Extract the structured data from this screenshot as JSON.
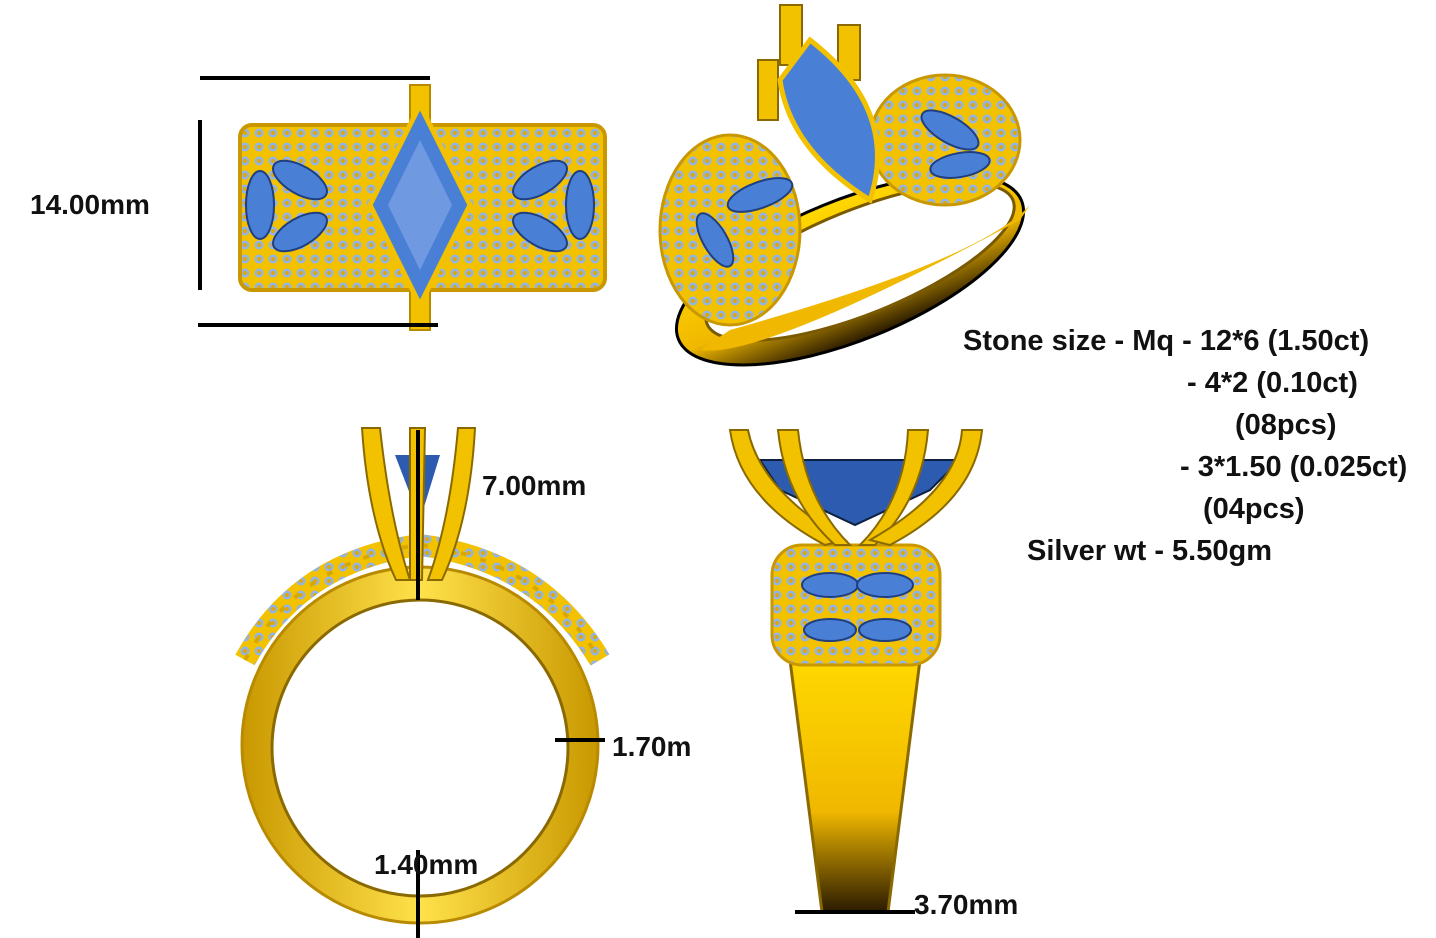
{
  "dimensions": {
    "width": "14.00mm",
    "prong_height": "7.00mm",
    "shank_side": "1.70m",
    "shank_bottom": "1.40mm",
    "shank_width": "3.70mm"
  },
  "specs": {
    "stone_size_line": "Stone size - Mq - 12*6 (1.50ct)",
    "stone_2": "- 4*2 (0.10ct)",
    "stone_2_count": "(08pcs)",
    "stone_3": "- 3*1.50 (0.025ct)",
    "stone_3_count": "(04pcs)",
    "silver_weight": "Silver wt - 5.50gm"
  },
  "colors": {
    "gold": "#f5c400",
    "gold_dark": "#b88a00",
    "stone": "#4a7fd6",
    "stone_light": "#8fb3ee"
  }
}
